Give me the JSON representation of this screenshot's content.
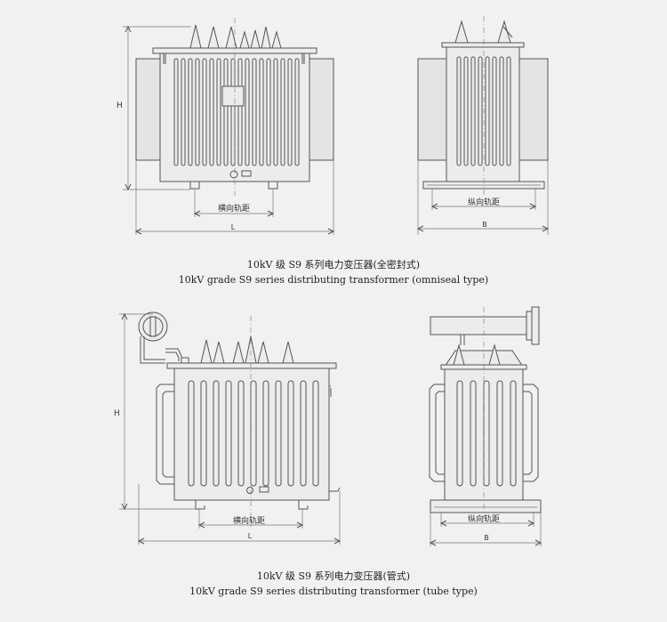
{
  "colors": {
    "background": "#f1f1f1",
    "line": "#555555",
    "text": "#222222"
  },
  "figure_1": {
    "dim_height": "H",
    "dim_length": "L",
    "dim_width": "B",
    "rail_transverse": "横向轨距",
    "rail_longitudinal": "纵向轨距",
    "caption_cn": "10kV 级 S9 系列电力变压器(全密封式)",
    "caption_en": "10kV grade S9 series distributing transformer (omniseal type)"
  },
  "figure_2": {
    "dim_height": "H",
    "dim_length": "L",
    "dim_width": "B",
    "rail_transverse": "横向轨距",
    "rail_longitudinal": "纵向轨距",
    "caption_cn": "10kV 级 S9 系列电力变压器(管式)",
    "caption_en": "10kV grade S9 series distributing transformer (tube type)"
  }
}
